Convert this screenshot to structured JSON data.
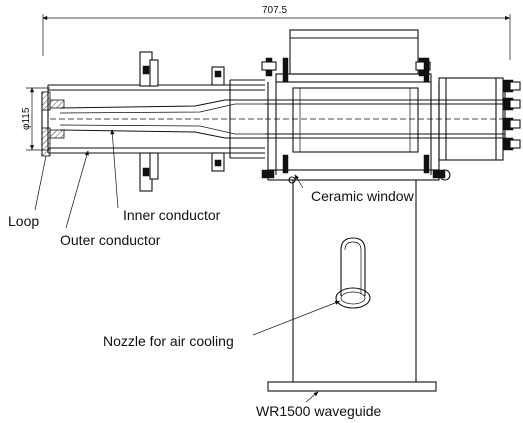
{
  "drawing": {
    "dimension_overall": "707.5",
    "dimension_diameter": "φ115",
    "labels": {
      "loop": "Loop",
      "inner_conductor": "Inner conductor",
      "outer_conductor": "Outer conductor",
      "ceramic_window": "Ceramic window",
      "nozzle": "Nozzle for air cooling",
      "waveguide": "WR1500 waveguide"
    }
  }
}
